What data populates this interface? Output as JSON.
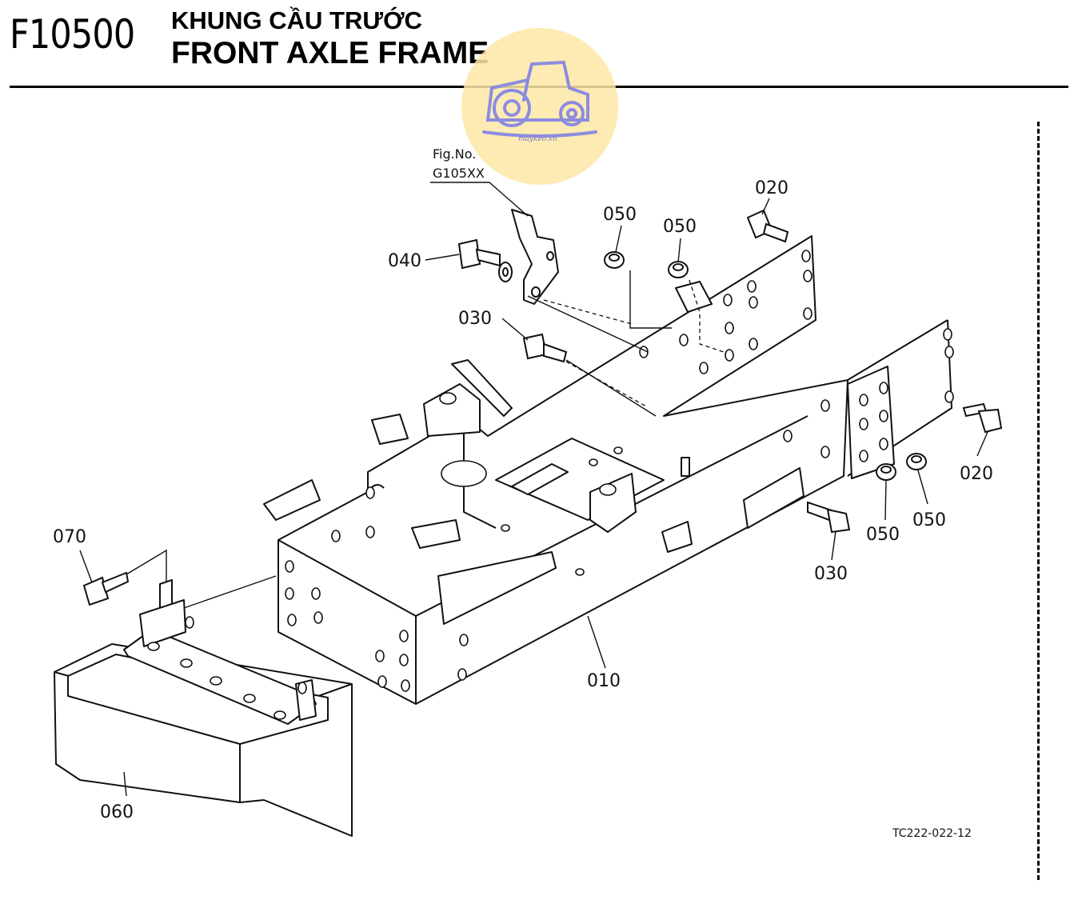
{
  "header": {
    "code": "F10500",
    "title_vi": "KHUNG CẦU TRƯỚC",
    "title_en": "FRONT AXLE FRAME"
  },
  "figure_ref": {
    "line1": "Fig.No.",
    "line2": "G105XX"
  },
  "callouts": [
    "010",
    "020",
    "020",
    "030",
    "030",
    "040",
    "050",
    "050",
    "050",
    "050",
    "060",
    "070"
  ],
  "drawing_ref": "TC222-022-12",
  "watermark": {
    "text": "maykeo.vn",
    "icon": "tractor-icon",
    "circle_color": "#fde8a6",
    "icon_color": "#8c8ce0"
  }
}
